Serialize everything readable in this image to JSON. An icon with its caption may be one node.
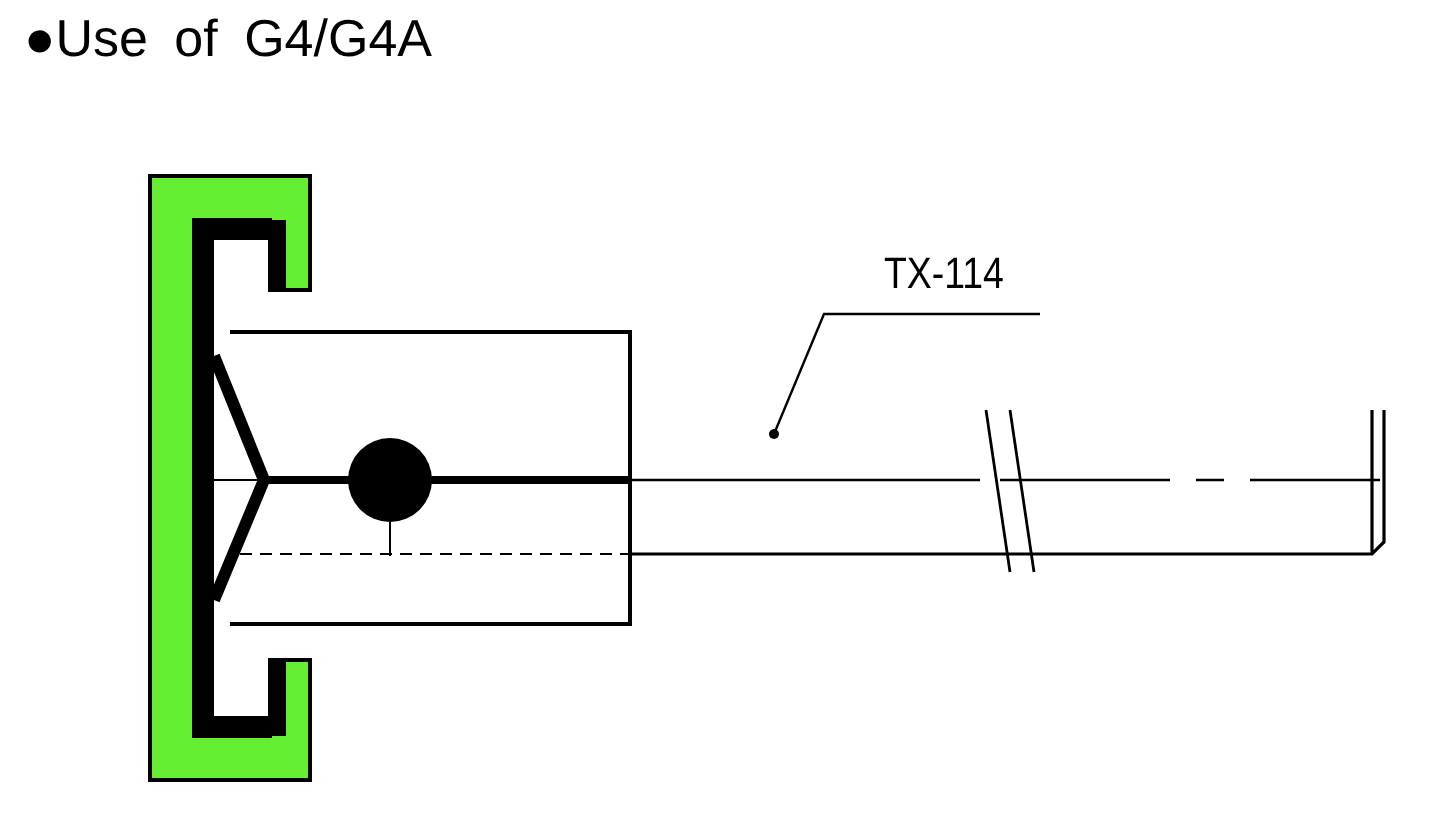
{
  "diagram": {
    "title": "●Use of G4/G4A",
    "nodes": [
      {
        "text": [
          "TX-114"
        ]
      },
      {
        "text": [],
        "shape": "picture"
      }
    ],
    "edges": [
      {
        "from": 0,
        "to": 1,
        "arrow": "other"
      }
    ]
  }
}
